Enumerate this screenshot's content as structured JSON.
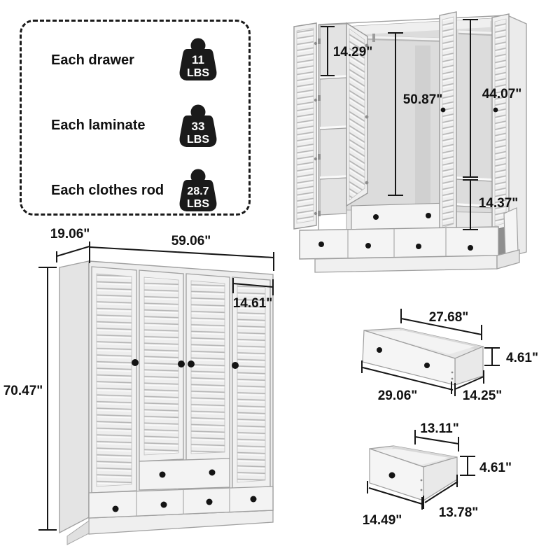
{
  "colors": {
    "ink": "#1a1a1a",
    "furniture": "#f1f1f1",
    "interior": "#dcdcdc"
  },
  "capacity_box": {
    "items": [
      {
        "label": "Each drawer",
        "icon": "weight-icon",
        "value": "11",
        "unit": "LBS"
      },
      {
        "label": "Each laminate",
        "icon": "weight-icon",
        "value": "33",
        "unit": "LBS"
      },
      {
        "label": "Each clothes rod",
        "icon": "weight-icon",
        "value": "28.7",
        "unit": "LBS"
      }
    ]
  },
  "open_wardrobe": {
    "shelf_gap": "14.29\"",
    "hanging_height": "50.87\"",
    "right_section_height": "44.07\"",
    "right_lower_height": "14.37\""
  },
  "closed_wardrobe": {
    "depth": "19.06\"",
    "width": "59.06\"",
    "door_width": "14.61\"",
    "height": "70.47\""
  },
  "large_drawer": {
    "inner_width": "27.68\"",
    "height": "4.61\"",
    "front_width": "29.06\"",
    "depth": "14.25\""
  },
  "small_drawer": {
    "inner_width": "13.11\"",
    "height": "4.61\"",
    "front_width": "14.49\"",
    "depth": "13.78\""
  }
}
